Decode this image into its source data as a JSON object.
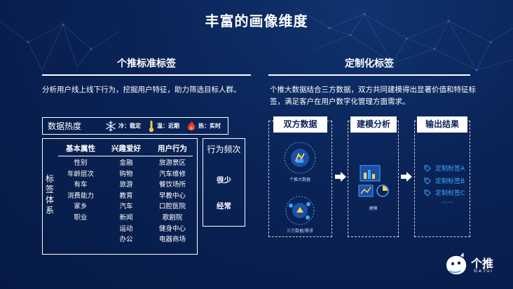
{
  "page": {
    "title": "丰富的画像维度"
  },
  "left_section": {
    "title": "个推标准标签",
    "description": "分析用户线上线下行为，挖掘用户特征，助力筛选目标人群。",
    "heat": {
      "label": "数据热度",
      "cold": {
        "icon": "snowflake-icon",
        "text": "冷：稳定"
      },
      "warm": {
        "icon": "thermometer-icon",
        "text": "温：近期"
      },
      "hot": {
        "icon": "flame-icon",
        "text": "热：实时"
      }
    },
    "side_label": "标签体系",
    "columns": [
      {
        "header": "基本属性",
        "items": [
          "性别",
          "年龄层次",
          "有车",
          "消费能力",
          "家乡",
          "职业"
        ]
      },
      {
        "header": "兴趣爱好",
        "items": [
          "金融",
          "购物",
          "旅游",
          "教育",
          "汽车",
          "新闻",
          "运动",
          "办公"
        ]
      },
      {
        "header": "用户行为",
        "items": [
          "旅游景区",
          "汽车维修",
          "餐饮场所",
          "早教中心",
          "口腔医院",
          "歌剧院",
          "健身中心",
          "电器商场"
        ]
      }
    ],
    "frequency": {
      "title": "行为频次",
      "items": [
        "很少",
        "经常"
      ]
    }
  },
  "right_section": {
    "title": "定制化标签",
    "description": "个推大数据结合三方数据，双方共同建模得出显著价值和特征标签，满足客户在用户数字化管理方面需求。",
    "panels": [
      {
        "head": "双方数据",
        "captions": [
          "个推大数据",
          "三方数据/需求"
        ]
      },
      {
        "head": "建模分析",
        "captions": [
          "建模"
        ]
      },
      {
        "head": "输出结果",
        "items": [
          "定制标签A",
          "定制标签B",
          "定制标签C"
        ],
        "more": "……"
      }
    ]
  },
  "logo": {
    "name": "个推",
    "sub": "GeTui"
  },
  "colors": {
    "background": "#0a2356",
    "accent": "#3fa6ff",
    "panel_head": "#ffffff"
  }
}
